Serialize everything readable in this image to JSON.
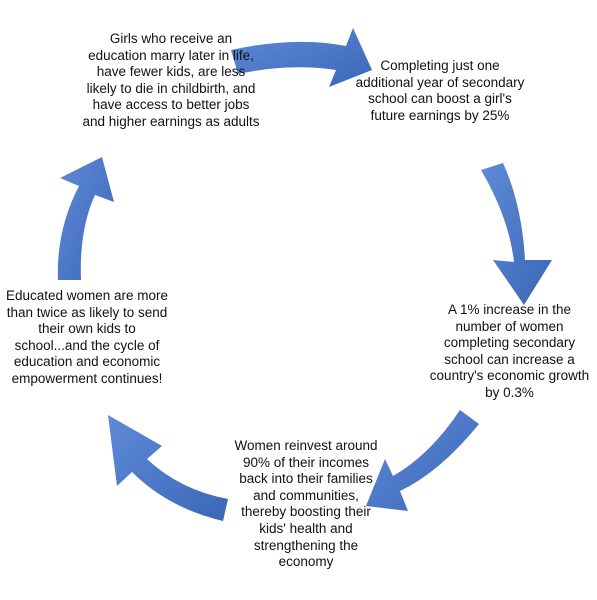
{
  "diagram": {
    "type": "cycle",
    "arrow_color": "#4a78c9",
    "arrow_gradient_light": "#5f8ad6",
    "arrow_gradient_dark": "#3b67b8",
    "text_color": "#111111",
    "background": "#ffffff",
    "nodes": [
      {
        "text": "Girls who receive an education marry later in life, have fewer kids, are less likely to die in childbirth, and have access to better jobs and higher earnings as adults"
      },
      {
        "text": "Completing just one additional year of secondary school can boost a girl's future earnings by 25%"
      },
      {
        "text": "A 1% increase in the number of women completing secondary school can increase a country's economic growth by 0.3%"
      },
      {
        "text": "Women reinvest around 90% of their incomes back into their families and communities, thereby boosting their kids' health and strengthening the economy"
      },
      {
        "text": "Educated women are more than twice as likely to send their own kids to school...and the cycle of education and economic empowerment continues!"
      }
    ]
  }
}
